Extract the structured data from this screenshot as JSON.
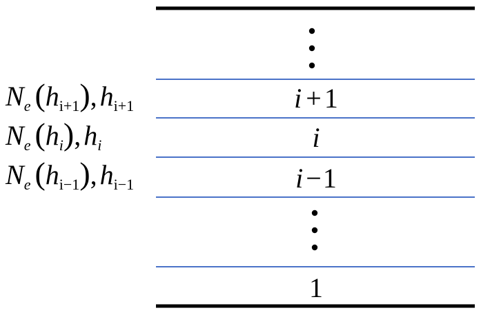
{
  "diagram": {
    "boundary_color": "#000000",
    "interface_color": "#4a72c8",
    "layers": [
      {
        "label": "ellipsis"
      },
      {
        "label_var": "i",
        "label_op": "+",
        "label_num": "1"
      },
      {
        "label_var": "i"
      },
      {
        "label_var": "i",
        "label_op": "−",
        "label_num": "1"
      },
      {
        "label": "ellipsis"
      },
      {
        "label_num": "1"
      }
    ],
    "interface_labels": [
      {
        "N": "N",
        "e": "e",
        "h": "h",
        "sub": "i+1",
        "comma": ","
      },
      {
        "N": "N",
        "e": "e",
        "h": "h",
        "sub": "i",
        "comma": ","
      },
      {
        "N": "N",
        "e": "e",
        "h": "h",
        "sub": "i−1",
        "comma": ","
      }
    ],
    "paren_open": "(",
    "paren_close": ")"
  }
}
